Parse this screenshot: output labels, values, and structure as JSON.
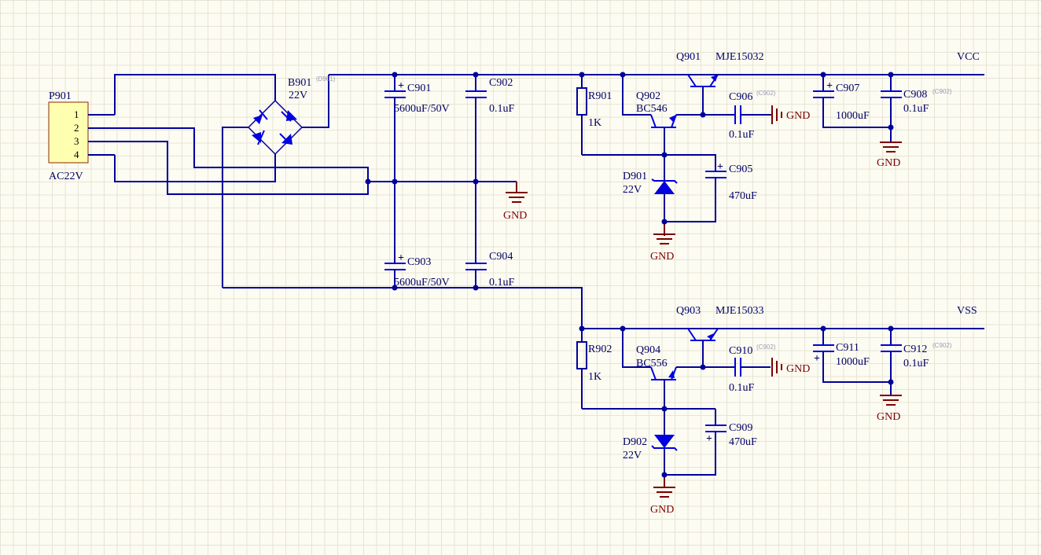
{
  "connector": {
    "ref": "P901",
    "value": "AC22V",
    "pins": [
      "1",
      "2",
      "3",
      "4"
    ]
  },
  "bridge": {
    "ref": "B901",
    "value": "22V",
    "hidden": "(D901)"
  },
  "caps": {
    "c901": {
      "ref": "C901",
      "value": "5600uF/50V"
    },
    "c902": {
      "ref": "C902",
      "value": "0.1uF"
    },
    "c903": {
      "ref": "C903",
      "value": "5600uF/50V"
    },
    "c904": {
      "ref": "C904",
      "value": "0.1uF"
    },
    "c905": {
      "ref": "C905",
      "value": "470uF"
    },
    "c906": {
      "ref": "C906",
      "value": "0.1uF",
      "hidden": "(C902)"
    },
    "c907": {
      "ref": "C907",
      "value": "1000uF"
    },
    "c908": {
      "ref": "C908",
      "value": "0.1uF",
      "hidden": "(C902)"
    },
    "c909": {
      "ref": "C909",
      "value": "470uF"
    },
    "c910": {
      "ref": "C910",
      "value": "0.1uF",
      "hidden": "(C902)"
    },
    "c911": {
      "ref": "C911",
      "value": "1000uF"
    },
    "c912": {
      "ref": "C912",
      "value": "0.1uF",
      "hidden": "(C902)"
    }
  },
  "resistors": {
    "r901": {
      "ref": "R901",
      "value": "1K"
    },
    "r902": {
      "ref": "R902",
      "value": "1K"
    }
  },
  "transistors": {
    "q901": {
      "ref": "Q901",
      "value": "MJE15032"
    },
    "q902": {
      "ref": "Q902",
      "value": "BC546"
    },
    "q903": {
      "ref": "Q903",
      "value": "MJE15033"
    },
    "q904": {
      "ref": "Q904",
      "value": "BC556"
    }
  },
  "diodes": {
    "d901": {
      "ref": "D901",
      "value": "22V"
    },
    "d902": {
      "ref": "D902",
      "value": "22V"
    }
  },
  "nets": {
    "vcc": "VCC",
    "vss": "VSS"
  },
  "gnd": "GND",
  "colors": {
    "wire": "#00009c",
    "component": "#0000e0",
    "ground": "#7a0000",
    "connector_fill": "#ffffb0",
    "background": "#fdfcf2"
  }
}
